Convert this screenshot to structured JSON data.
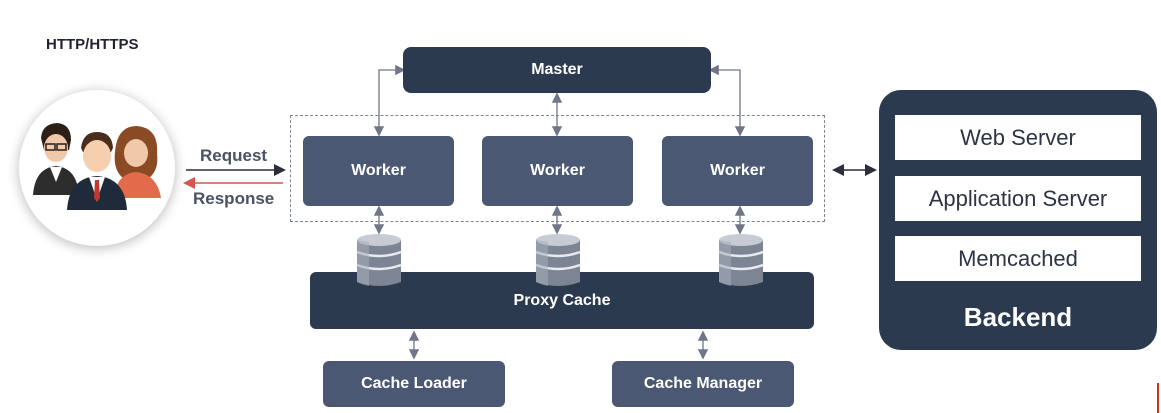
{
  "protocol_label": "HTTP/HTTPS",
  "request_label": "Request",
  "response_label": "Response",
  "master_label": "Master",
  "workers": [
    {
      "label": "Worker"
    },
    {
      "label": "Worker"
    },
    {
      "label": "Worker"
    }
  ],
  "proxy_cache_label": "Proxy Cache",
  "cache_loader_label": "Cache Loader",
  "cache_manager_label": "Cache Manager",
  "backend": {
    "title": "Backend",
    "items": [
      {
        "label": "Web Server"
      },
      {
        "label": "Application Server"
      },
      {
        "label": "Memcached"
      }
    ]
  },
  "colors": {
    "dark_box": "#2c3a4f",
    "worker_box": "#4a5874",
    "response_arrow": "#d4574e"
  }
}
